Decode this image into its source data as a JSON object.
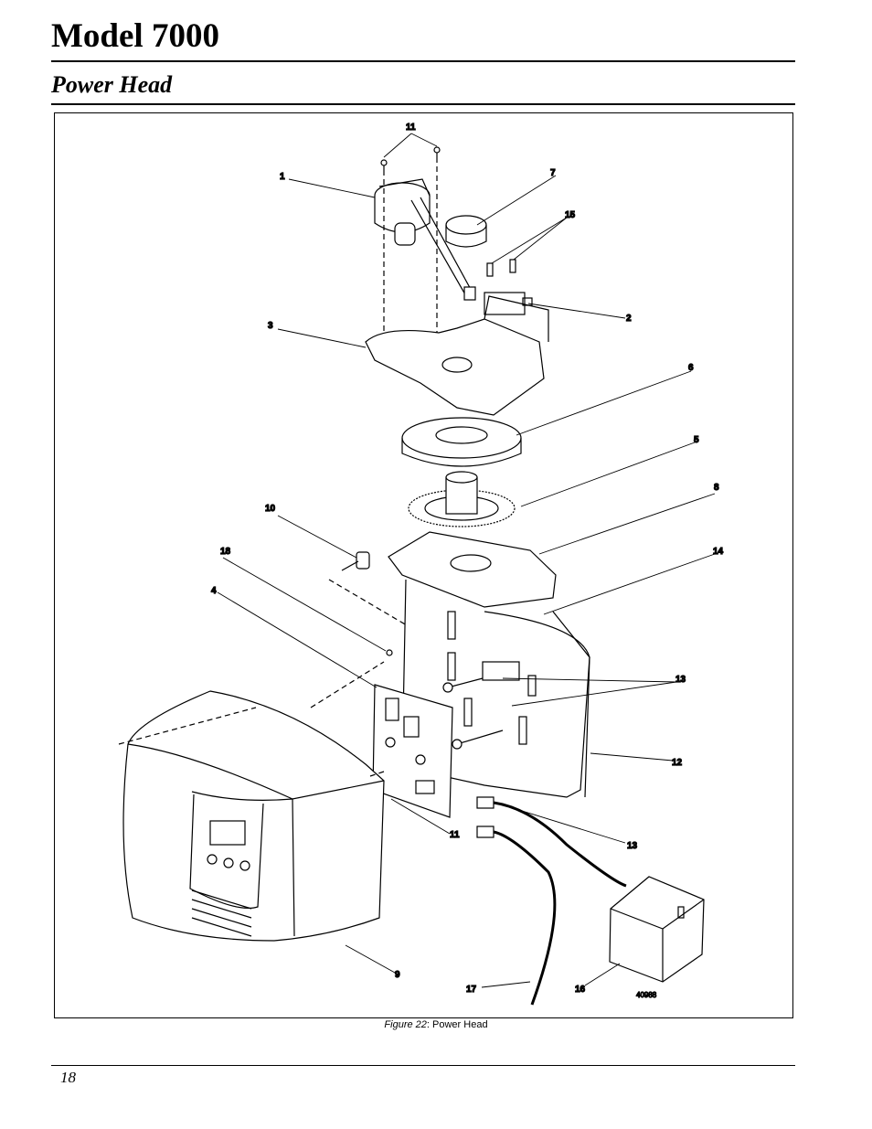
{
  "header": {
    "title": "Model 7000",
    "subtitle": "Power Head"
  },
  "figure": {
    "caption_label": "Figure 22",
    "caption_separator": ": ",
    "caption_text": "Power Head",
    "drawing_number": "40988",
    "callouts": [
      "1",
      "2",
      "3",
      "4",
      "5",
      "6",
      "7",
      "8",
      "9",
      "10",
      "11",
      "11",
      "12",
      "13",
      "13",
      "14",
      "15",
      "16",
      "17",
      "18"
    ]
  },
  "footer": {
    "page_number": "18"
  }
}
